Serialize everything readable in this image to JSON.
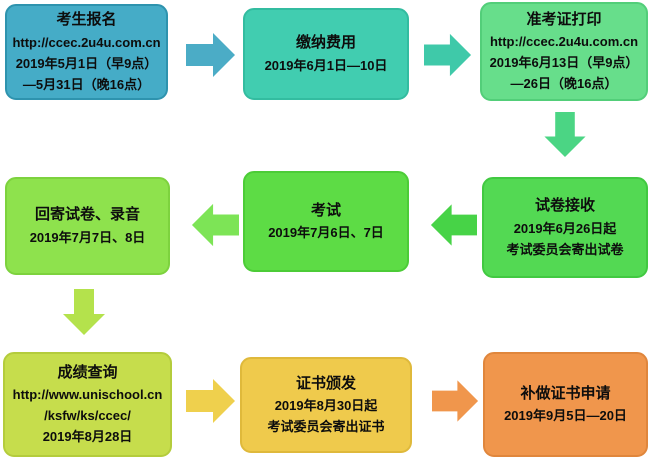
{
  "flowchart": {
    "steps": [
      {
        "id": "candidate-registration",
        "title": "考生报名",
        "lines": [
          "http://ccec.2u4u.com.cn",
          "2019年5月1日（早9点）",
          "—5月31日（晚16点）"
        ],
        "color": "#45ACC7",
        "border": "#2E93AE"
      },
      {
        "id": "fee-payment",
        "title": "缴纳费用",
        "lines": [
          "2019年6月1日—10日"
        ],
        "color": "#41CDB0",
        "border": "#33BCA0"
      },
      {
        "id": "admission-ticket-print",
        "title": "准考证打印",
        "lines": [
          "http://ccec.2u4u.com.cn",
          "2019年6月13日（早9点）",
          "—26日（晚16点）"
        ],
        "color": "#67DE8B",
        "border": "#52CE79"
      },
      {
        "id": "paper-receiving",
        "title": "试卷接收",
        "lines": [
          "2019年6月26日起",
          "考试委员会寄出试卷"
        ],
        "color": "#53D953",
        "border": "#41C941"
      },
      {
        "id": "exam",
        "title": "考试",
        "lines": [
          "2019年7月6日、7日"
        ],
        "color": "#5DDC45",
        "border": "#4CCC37"
      },
      {
        "id": "paper-return",
        "title": "回寄试卷、录音",
        "lines": [
          "2019年7月7日、8日"
        ],
        "color": "#8EE24D",
        "border": "#7DD23E"
      },
      {
        "id": "score-query",
        "title": "成绩查询",
        "lines": [
          "http://www.unischool.cn",
          "/ksfw/ks/ccec/",
          "2019年8月28日"
        ],
        "color": "#C6DD4C",
        "border": "#B4CC3C"
      },
      {
        "id": "certificate-issuance",
        "title": "证书颁发",
        "lines": [
          "2019年8月30日起",
          "考试委员会寄出证书"
        ],
        "color": "#EFCA4C",
        "border": "#DFB93B"
      },
      {
        "id": "certificate-reissue-application",
        "title": "补做证书申请",
        "lines": [
          "2019年9月5日—20日"
        ],
        "color": "#F0964C",
        "border": "#E0863C"
      }
    ],
    "arrows": [
      {
        "name": "register-to-pay",
        "direction": "right",
        "color": "#4BACC6"
      },
      {
        "name": "pay-to-print",
        "direction": "right",
        "color": "#3FC9A9"
      },
      {
        "name": "print-to-receive",
        "direction": "down",
        "color": "#4BD584"
      },
      {
        "name": "receive-to-exam",
        "direction": "left",
        "color": "#47D347"
      },
      {
        "name": "exam-to-return",
        "direction": "left",
        "color": "#7DE456"
      },
      {
        "name": "return-to-score",
        "direction": "down",
        "color": "#B4E24C"
      },
      {
        "name": "score-to-certificate",
        "direction": "right",
        "color": "#EFD04D"
      },
      {
        "name": "certificate-to-reissue",
        "direction": "right",
        "color": "#F0964C"
      }
    ]
  }
}
